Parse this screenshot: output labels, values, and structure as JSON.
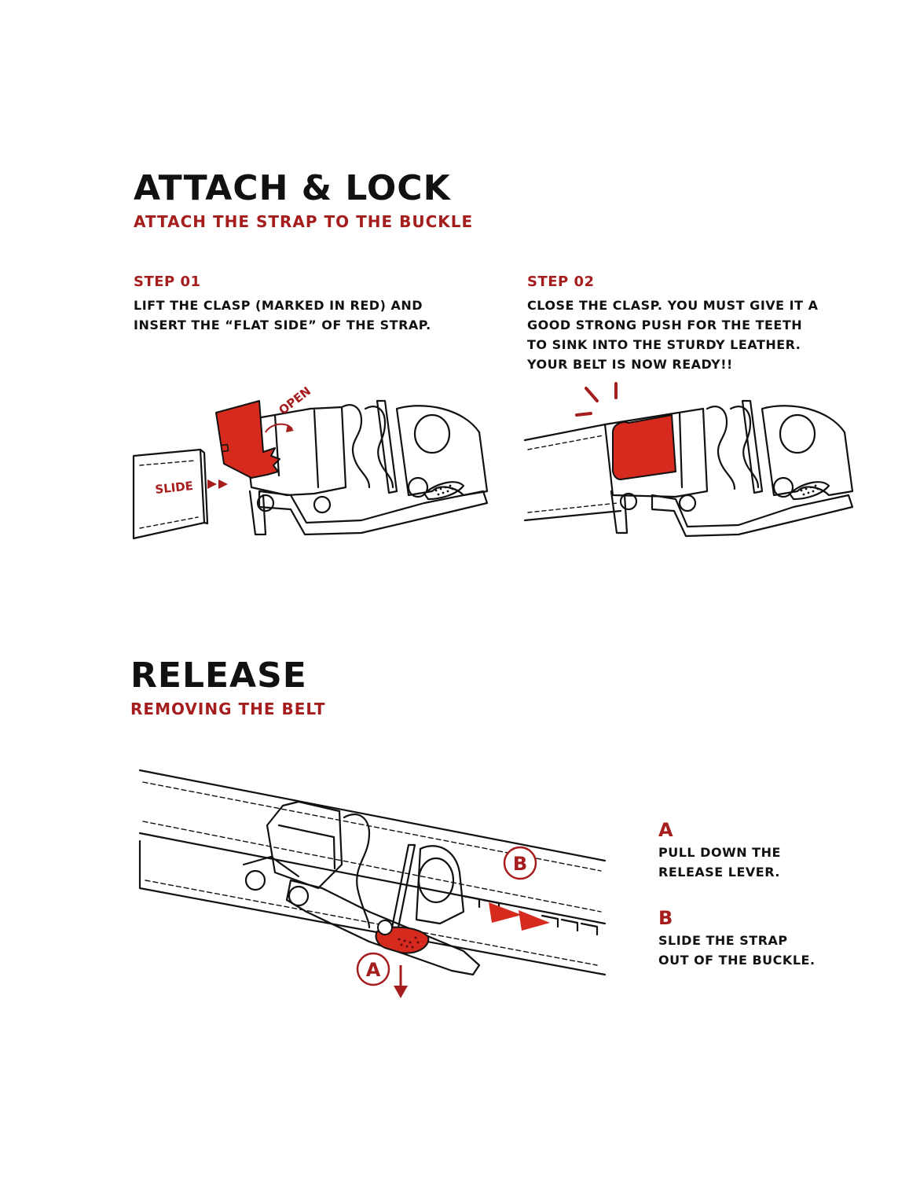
{
  "attach": {
    "title": "ATTACH & LOCK",
    "subtitle": "ATTACH THE STRAP TO THE BUCKLE",
    "step1": {
      "label": "STEP 01",
      "lines": [
        "LIFT THE CLASP (MARKED IN RED) AND",
        "INSERT THE “FLAT SIDE” OF THE STRAP."
      ],
      "slide_label": "SLIDE",
      "open_label": "OPEN"
    },
    "step2": {
      "label": "STEP 02",
      "lines": [
        "CLOSE THE CLASP. YOU MUST GIVE IT A",
        "GOOD STRONG PUSH FOR THE TEETH",
        "TO SINK INTO THE STURDY LEATHER.",
        "YOUR BELT IS NOW READY!!"
      ]
    }
  },
  "release": {
    "title": "RELEASE",
    "subtitle": "REMOVING THE BELT",
    "marker_a": "A",
    "marker_b": "B",
    "a": {
      "letter": "A",
      "lines": [
        "PULL DOWN THE",
        "RELEASE LEVER."
      ]
    },
    "b": {
      "letter": "B",
      "lines": [
        "SLIDE THE STRAP",
        "OUT OF THE BUCKLE."
      ]
    }
  },
  "colors": {
    "accent": "#a51d1d",
    "ink": "#111111",
    "clasp": "#d62a1e"
  }
}
